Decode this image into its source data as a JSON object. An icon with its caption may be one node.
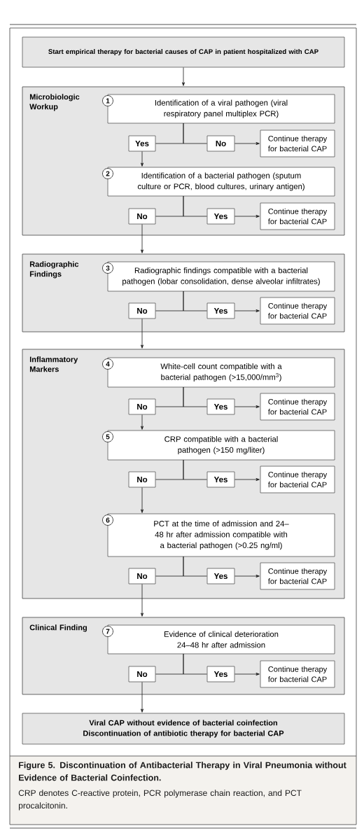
{
  "diagram": {
    "caption": "Figure 5. Discontinuation of Antibacterial Therapy in Viral Pneumonia without Evidence of Bacterial Coinfection.",
    "nodes": [
      {
        "text": [
          "Start empirical therapy for bacterial causes of CAP in patient hospitalized with CAP"
        ]
      },
      {
        "text": [
          "Microbiologic Workup"
        ]
      },
      {
        "text": [
          "1",
          "Identification of a viral pathogen (viral respiratory panel multiplex PCR)"
        ],
        "in": 1
      },
      {
        "text": [
          "Yes"
        ],
        "in": 1
      },
      {
        "text": [
          "No"
        ],
        "in": 1
      },
      {
        "text": [
          "Continue therapy for bacterial CAP"
        ],
        "in": 1
      },
      {
        "text": [
          "2",
          "Identification of a bacterial pathogen (sputum culture or PCR, blood cultures, urinary antigen)"
        ],
        "in": 1
      },
      {
        "text": [
          "No"
        ],
        "in": 1
      },
      {
        "text": [
          "Yes"
        ],
        "in": 1
      },
      {
        "text": [
          "Continue therapy for bacterial CAP"
        ],
        "in": 1
      },
      {
        "text": [
          "Radiographic Findings"
        ]
      },
      {
        "text": [
          "3",
          "Radiographic findings compatible with a bacterial pathogen (lobar consolidation, dense alveolar infiltrates)"
        ],
        "in": 10
      },
      {
        "text": [
          "No"
        ],
        "in": 10
      },
      {
        "text": [
          "Yes"
        ],
        "in": 10
      },
      {
        "text": [
          "Continue therapy for bacterial CAP"
        ],
        "in": 10
      },
      {
        "text": [
          "Inflammatory Markers"
        ]
      },
      {
        "text": [
          "4",
          "White-cell count compatible with a bacterial pathogen (>15,000/mm$^{3}$)"
        ],
        "in": 15
      },
      {
        "text": [
          "No"
        ],
        "in": 15
      },
      {
        "text": [
          "Yes"
        ],
        "in": 15
      },
      {
        "text": [
          "Continue therapy for bacterial CAP"
        ],
        "in": 15
      },
      {
        "text": [
          "5",
          "CRP compatible with a bacterial pathogen (>150 mg/liter)"
        ],
        "in": 15
      },
      {
        "text": [
          "No"
        ],
        "in": 15
      },
      {
        "text": [
          "Yes"
        ],
        "in": 15
      },
      {
        "text": [
          "Continue therapy for bacterial CAP"
        ],
        "in": 15
      },
      {
        "text": [
          "6",
          "PCT at the time of admission and 24–48 hr after admission compatible with a bacterial pathogen (>0.25 ng/ml)"
        ],
        "in": 15
      },
      {
        "text": [
          "No"
        ],
        "in": 15
      },
      {
        "text": [
          "Yes"
        ],
        "in": 15
      },
      {
        "text": [
          "Continue therapy for bacterial CAP"
        ],
        "in": 15
      },
      {
        "text": [
          "Clinical Finding"
        ]
      },
      {
        "text": [
          "7",
          "Evidence of clinical deterioration 24–48 hr after admission"
        ],
        "in": 28
      },
      {
        "text": [
          "No"
        ],
        "in": 28
      },
      {
        "text": [
          "Yes"
        ],
        "in": 28
      },
      {
        "text": [
          "Continue therapy for bacterial CAP"
        ],
        "in": 28
      },
      {
        "text": [
          "Viral CAP without evidence of bacterial coinfection",
          "Discontinuation of antibiotic therapy for bacterial CAP"
        ]
      }
    ],
    "edges": [
      {
        "from": 0,
        "to": 1,
        "arrow": "to"
      },
      {
        "from": 2,
        "to": 3,
        "arrow": "none"
      },
      {
        "from": 2,
        "to": 4,
        "arrow": "none"
      },
      {
        "from": 4,
        "to": 5,
        "arrow": "to"
      },
      {
        "from": 3,
        "to": 6,
        "arrow": "to"
      },
      {
        "from": 6,
        "to": 7,
        "arrow": "none"
      },
      {
        "from": 6,
        "to": 8,
        "arrow": "none"
      },
      {
        "from": 8,
        "to": 9,
        "arrow": "to"
      },
      {
        "from": 7,
        "to": 10,
        "arrow": "to"
      },
      {
        "from": 11,
        "to": 12,
        "arrow": "none"
      },
      {
        "from": 11,
        "to": 13,
        "arrow": "none"
      },
      {
        "from": 13,
        "to": 14,
        "arrow": "to"
      },
      {
        "from": 12,
        "to": 15,
        "arrow": "to"
      },
      {
        "from": 16,
        "to": 17,
        "arrow": "none"
      },
      {
        "from": 16,
        "to": 18,
        "arrow": "none"
      },
      {
        "from": 18,
        "to": 19,
        "arrow": "to"
      },
      {
        "from": 17,
        "to": 20,
        "arrow": "to"
      },
      {
        "from": 20,
        "to": 21,
        "arrow": "none"
      },
      {
        "from": 20,
        "to": 22,
        "arrow": "none"
      },
      {
        "from": 22,
        "to": 23,
        "arrow": "to"
      },
      {
        "from": 21,
        "to": 24,
        "arrow": "to"
      },
      {
        "from": 24,
        "to": 25,
        "arrow": "none"
      },
      {
        "from": 24,
        "to": 26,
        "arrow": "none"
      },
      {
        "from": 26,
        "to": 27,
        "arrow": "to"
      },
      {
        "from": 25,
        "to": 28,
        "arrow": "to"
      },
      {
        "from": 29,
        "to": 30,
        "arrow": "none"
      },
      {
        "from": 29,
        "to": 31,
        "arrow": "none"
      },
      {
        "from": 31,
        "to": 32,
        "arrow": "to"
      },
      {
        "from": 30,
        "to": 33,
        "arrow": "to"
      }
    ],
    "labels": [
      "CRP denotes C-reactive protein, PCR polymerase chain reaction, and PCT procalcitonin."
    ]
  }
}
